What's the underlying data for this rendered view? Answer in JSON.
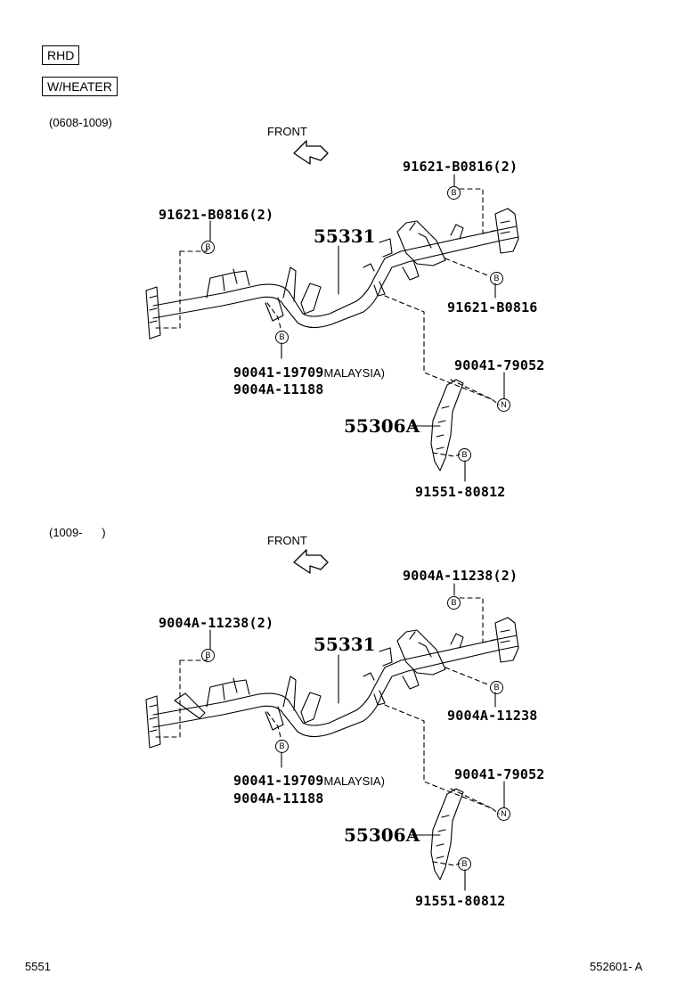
{
  "header": {
    "tag_rhd": "RHD",
    "tag_heater": "W/HEATER"
  },
  "sections": [
    {
      "date_range": "(0608-1009)",
      "front_label": "FRONT",
      "callouts": {
        "bolt_upper_right": "91621-B0816(2)",
        "bolt_upper_left": "91621-B0816(2)",
        "reinforcement": "55331",
        "bolt_right": "91621-B0816",
        "screw_left_1": "90041-19709",
        "screw_left_note": "MALAYSIA)",
        "screw_left_2": "9004A-11188",
        "nut_right": "90041-79052",
        "brace": "55306A",
        "bolt_lower": "91551-80812"
      },
      "markers": {
        "b": "B",
        "n": "N"
      }
    },
    {
      "date_range": "(1009-      )",
      "front_label": "FRONT",
      "callouts": {
        "bolt_upper_right": "9004A-11238(2)",
        "bolt_upper_left": "9004A-11238(2)",
        "reinforcement": "55331",
        "bolt_right": "9004A-11238",
        "screw_left_1": "90041-19709",
        "screw_left_note": "MALAYSIA)",
        "screw_left_2": "9004A-11188",
        "nut_right": "90041-79052",
        "brace": "55306A",
        "bolt_lower": "91551-80812"
      },
      "markers": {
        "b": "B",
        "n": "N"
      }
    }
  ],
  "footer": {
    "left_code": "5551",
    "right_code": "552601- A"
  }
}
